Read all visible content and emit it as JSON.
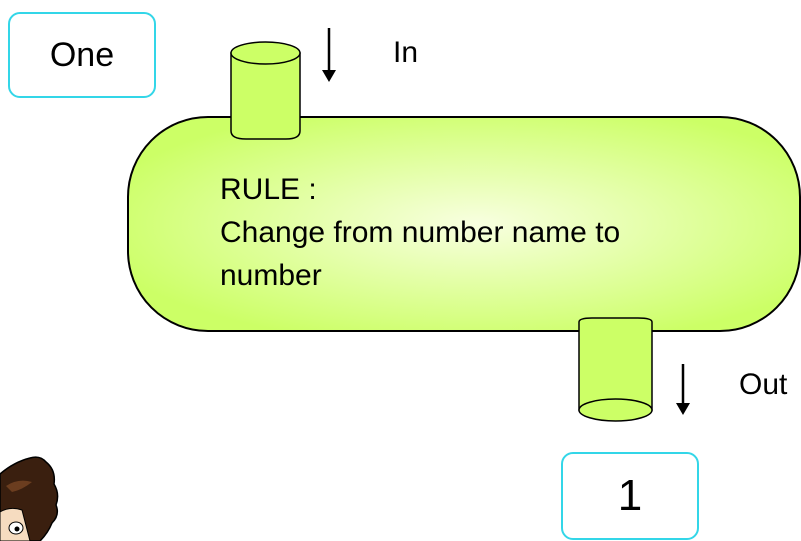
{
  "input": {
    "value": "One"
  },
  "output": {
    "value": "1"
  },
  "arrows": {
    "in_label": "In",
    "out_label": "Out"
  },
  "machine": {
    "rule_title": "RULE :",
    "rule_line1": "Change from number name to",
    "rule_line2": "number"
  },
  "colors": {
    "machine_fill_center": "#f7ffde",
    "machine_fill_edge": "#ccff66",
    "box_border": "#33d6e8",
    "pipe_fill": "#ccff66",
    "outline": "#000000"
  },
  "icons": {
    "character": "cartoon-boy-icon"
  }
}
